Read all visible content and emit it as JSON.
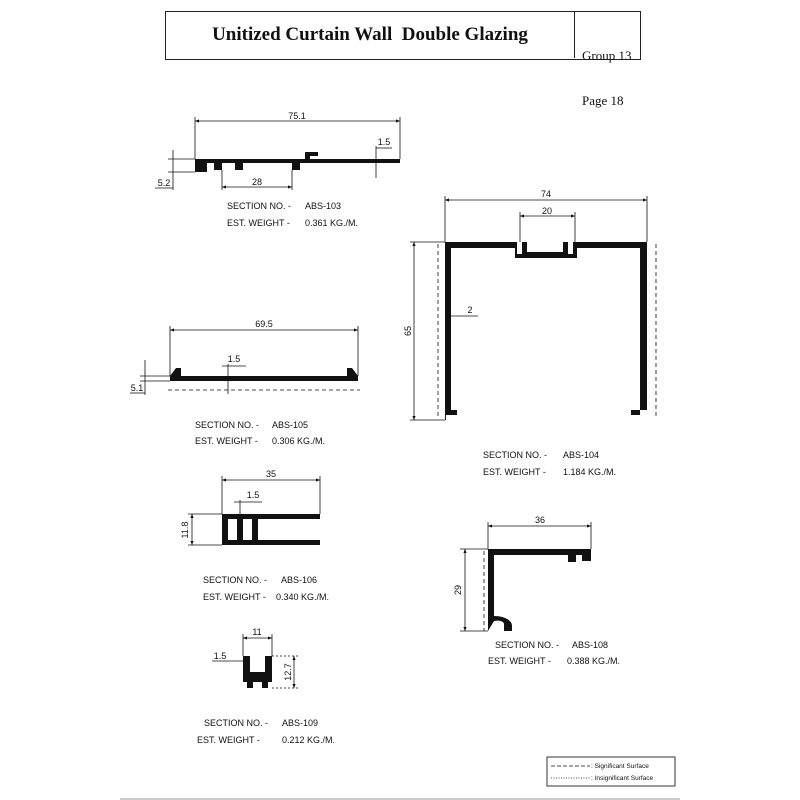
{
  "header": {
    "title": "Unitized Curtain Wall  Double Glazing",
    "group_label": "Group",
    "group_number": "13",
    "page_label": "Page",
    "page_number": "18"
  },
  "sections": [
    {
      "id": "abs-103",
      "section_label": "SECTION NO. -",
      "section_no": "ABS-103",
      "weight_label": "EST. WEIGHT -",
      "weight": "0.361 KG./M.",
      "dims": [
        "75.1",
        "1.5",
        "5.2",
        "28"
      ]
    },
    {
      "id": "abs-104",
      "section_label": "SECTION NO. -",
      "section_no": "ABS-104",
      "weight_label": "EST. WEIGHT -",
      "weight": "1.184 KG./M.",
      "dims": [
        "74",
        "20",
        "65",
        "2"
      ]
    },
    {
      "id": "abs-105",
      "section_label": "SECTION NO. -",
      "section_no": "ABS-105",
      "weight_label": "EST. WEIGHT -",
      "weight": "0.306 KG./M.",
      "dims": [
        "69.5",
        "1.5",
        "5.1"
      ]
    },
    {
      "id": "abs-106",
      "section_label": "SECTION NO. -",
      "section_no": "ABS-106",
      "weight_label": "EST. WEIGHT -",
      "weight": "0.340 KG./M.",
      "dims": [
        "35",
        "1.5",
        "11.8"
      ]
    },
    {
      "id": "abs-108",
      "section_label": "SECTION NO. -",
      "section_no": "ABS-108",
      "weight_label": "EST. WEIGHT -",
      "weight": "0.388 KG./M.",
      "dims": [
        "36",
        "29"
      ]
    },
    {
      "id": "abs-109",
      "section_label": "SECTION NO. -",
      "section_no": "ABS-109",
      "weight_label": "EST. WEIGHT -",
      "weight": "0.212 KG./M.",
      "dims": [
        "11",
        "1.5",
        "12.7"
      ]
    }
  ],
  "legend": {
    "significant": ": Significant Surface",
    "insignificant": ": Insignificant Surface"
  }
}
